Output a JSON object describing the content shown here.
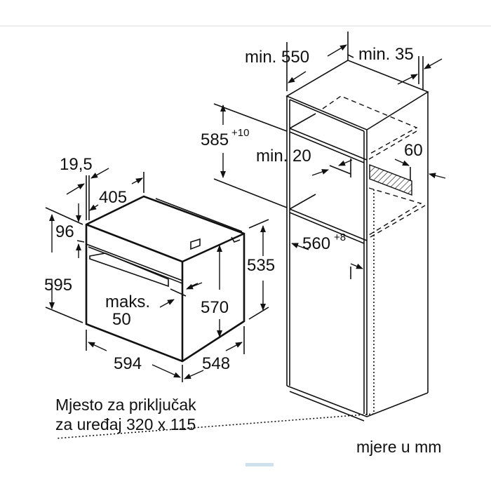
{
  "diagram": {
    "cabinet": {
      "depth_label": "min. 550",
      "rear_gap_label": "min. 35",
      "height_label": "585",
      "height_tolerance": "+10",
      "shelf_gap_label": "min. 20",
      "vent_label": "60",
      "width_label": "560",
      "width_tolerance": "+8"
    },
    "oven": {
      "panel_offset_label": "19,5",
      "top_depth_label": "405",
      "panel_height_label": "96",
      "height_label": "595",
      "door_label_line1": "maks.",
      "door_label_line2": "50",
      "body_height_label": "570",
      "side_height_label": "535",
      "width_label": "594",
      "depth_label": "548"
    },
    "connection_note": {
      "line1": "Mjesto za priključak",
      "line2": "za uređaj 320 x 115"
    },
    "units_note": "mjere u mm"
  }
}
